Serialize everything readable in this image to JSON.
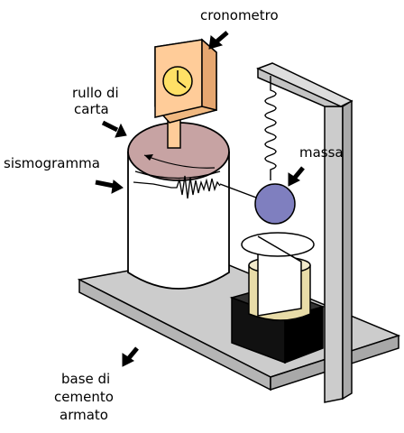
{
  "labels": {
    "stopwatch": "cronometro",
    "paper_roll_1": "rullo di",
    "paper_roll_2": "carta",
    "seismogram": "sismogramma",
    "mass": "massa",
    "base_1": "base di",
    "base_2": "cemento",
    "base_3": "armato"
  },
  "colors": {
    "outline": "#000000",
    "base": "#cccccc",
    "stand": "#cccccc",
    "drum": "#ffffff",
    "drum_top": "#c7a3a3",
    "clock_box": "#ffcc99",
    "clock_face": "#ffe066",
    "mass": "#7f7fbf",
    "pendulum_fluid": "#e8dca8",
    "black_box": "#111111"
  },
  "icons": {
    "arrow": "arrow-icon",
    "clock": "clock-icon"
  }
}
